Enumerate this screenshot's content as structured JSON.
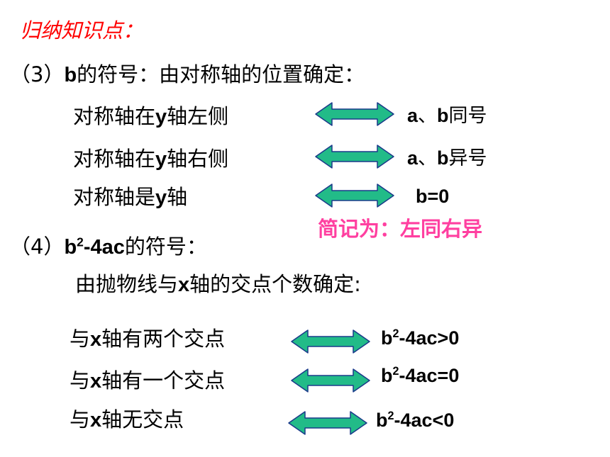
{
  "title": "归纳知识点：",
  "section3": {
    "num": "（3）",
    "var": "b",
    "text": "的符号：由对称轴的位置确定：",
    "rows": [
      {
        "pre": "对称轴在",
        "var": "y",
        "post": "轴左侧",
        "result_a": "a",
        "result_sep": "、",
        "result_b": "b",
        "result_rest": "同号"
      },
      {
        "pre": "对称轴在",
        "var": "y",
        "post": "轴右侧",
        "result_a": "a",
        "result_sep": "、",
        "result_b": "b",
        "result_rest": "异号"
      },
      {
        "pre": "对称轴是",
        "var": "y",
        "post": "轴",
        "result": "b=0"
      }
    ],
    "summary": "简记为：左同右异"
  },
  "section4": {
    "num": "（4）",
    "expr_b": "b",
    "expr_sup": "2",
    "expr_rest": "-4ac",
    "text": "的符号：",
    "subtitle_pre": "由抛物线与",
    "subtitle_var": "x",
    "subtitle_post": "轴的交点个数确定:",
    "rows": [
      {
        "pre": "与",
        "var": "x",
        "post": "轴有两个交点",
        "res_b": "b",
        "res_sup": "2",
        "res_rest": "-4ac>0"
      },
      {
        "pre": "与",
        "var": "x",
        "post": "轴有一个交点",
        "res_b": "b",
        "res_sup": "2",
        "res_rest": "-4ac=0"
      },
      {
        "pre": "与",
        "var": "x",
        "post": "轴无交点",
        "res_b": "b",
        "res_sup": "2",
        "res_rest": "-4ac<0"
      }
    ]
  },
  "colors": {
    "title": "#ff0000",
    "summary": "#ff3fa0",
    "arrow_fill": "#22bb88",
    "arrow_stroke": "#1a3a8a"
  }
}
